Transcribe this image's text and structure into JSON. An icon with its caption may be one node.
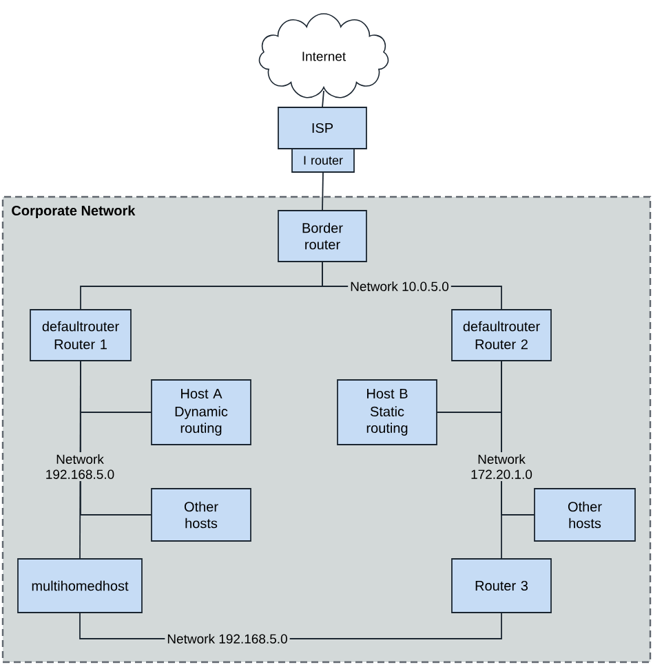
{
  "diagram": {
    "nodes": [
      {
        "text": [
          "Internet"
        ]
      },
      {
        "text": [
          "ISP"
        ]
      },
      {
        "text": [
          "I router"
        ]
      },
      {
        "text": [
          "Corporate Network"
        ]
      },
      {
        "text": [
          "Border router"
        ],
        "in": 3
      },
      {
        "text": [
          "defaultrouter",
          "Router 1"
        ],
        "in": 3
      },
      {
        "text": [
          "defaultrouter",
          "Router 2"
        ],
        "in": 3
      },
      {
        "text": [
          "Host A",
          "Dynamic routing"
        ],
        "in": 3
      },
      {
        "text": [
          "Host B",
          "Static routing"
        ],
        "in": 3
      },
      {
        "text": [
          "Other hosts"
        ],
        "in": 3
      },
      {
        "text": [
          "Other hosts"
        ],
        "in": 3
      },
      {
        "text": [
          "multihomedhost"
        ],
        "in": 3
      },
      {
        "text": [
          "Router 3"
        ],
        "in": 3
      }
    ],
    "edges": [
      {
        "from": 0,
        "to": 1,
        "arrow": "none"
      },
      {
        "from": 2,
        "to": 4,
        "arrow": "none"
      },
      {
        "from": 4,
        "to": 5,
        "arrow": "none"
      },
      {
        "from": 4,
        "to": 6,
        "arrow": "none",
        "label": "Network 10.0.5.0"
      },
      {
        "from": 5,
        "to": 7,
        "arrow": "none"
      },
      {
        "from": 5,
        "to": 9,
        "arrow": "none"
      },
      {
        "from": 5,
        "to": 11,
        "arrow": "none",
        "label": "Network 192.168.5.0"
      },
      {
        "from": 6,
        "to": 8,
        "arrow": "none"
      },
      {
        "from": 6,
        "to": 10,
        "arrow": "none"
      },
      {
        "from": 6,
        "to": 12,
        "arrow": "none",
        "label": "Network 172.20.1.0"
      },
      {
        "from": 11,
        "to": 12,
        "arrow": "none",
        "label": "Network 192.168.5.0"
      }
    ]
  }
}
